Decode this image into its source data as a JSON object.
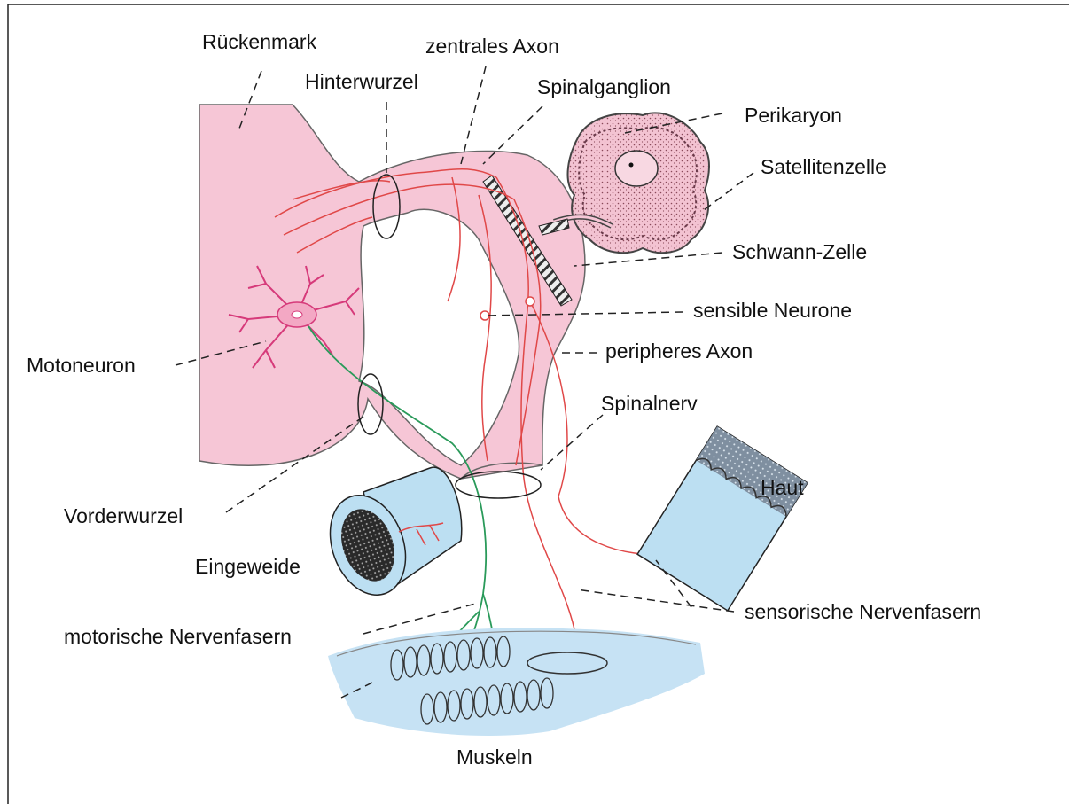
{
  "labels": {
    "rueckenmark": "Rückenmark",
    "hinterwurzel": "Hinterwurzel",
    "zentrales_axon": "zentrales Axon",
    "spinalganglion": "Spinalganglion",
    "perikaryon": "Perikaryon",
    "satellitenzelle": "Satellitenzelle",
    "schwann_zelle": "Schwann-Zelle",
    "sensible_neurone": "sensible Neurone",
    "motoneuron": "Motoneuron",
    "peripheres_axon": "peripheres Axon",
    "spinalnerv": "Spinalnerv",
    "haut": "Haut",
    "vorderwurzel": "Vorderwurzel",
    "eingeweide": "Eingeweide",
    "motorische_nervenfasern": "motorische Nervenfasern",
    "sensorische_nervenfasern": "sensorische Nervenfasern",
    "muskeln": "Muskeln"
  },
  "colors": {
    "tissue_pink": "#f6c6d6",
    "tissue_outline": "#666666",
    "sensory_fiber": "#e04848",
    "motor_fiber": "#2a9a5a",
    "motoneuron": "#d63a7a",
    "skin_blue": "#bcdff2",
    "muscle_blue": "#c6e2f4",
    "label_text": "#111111"
  }
}
